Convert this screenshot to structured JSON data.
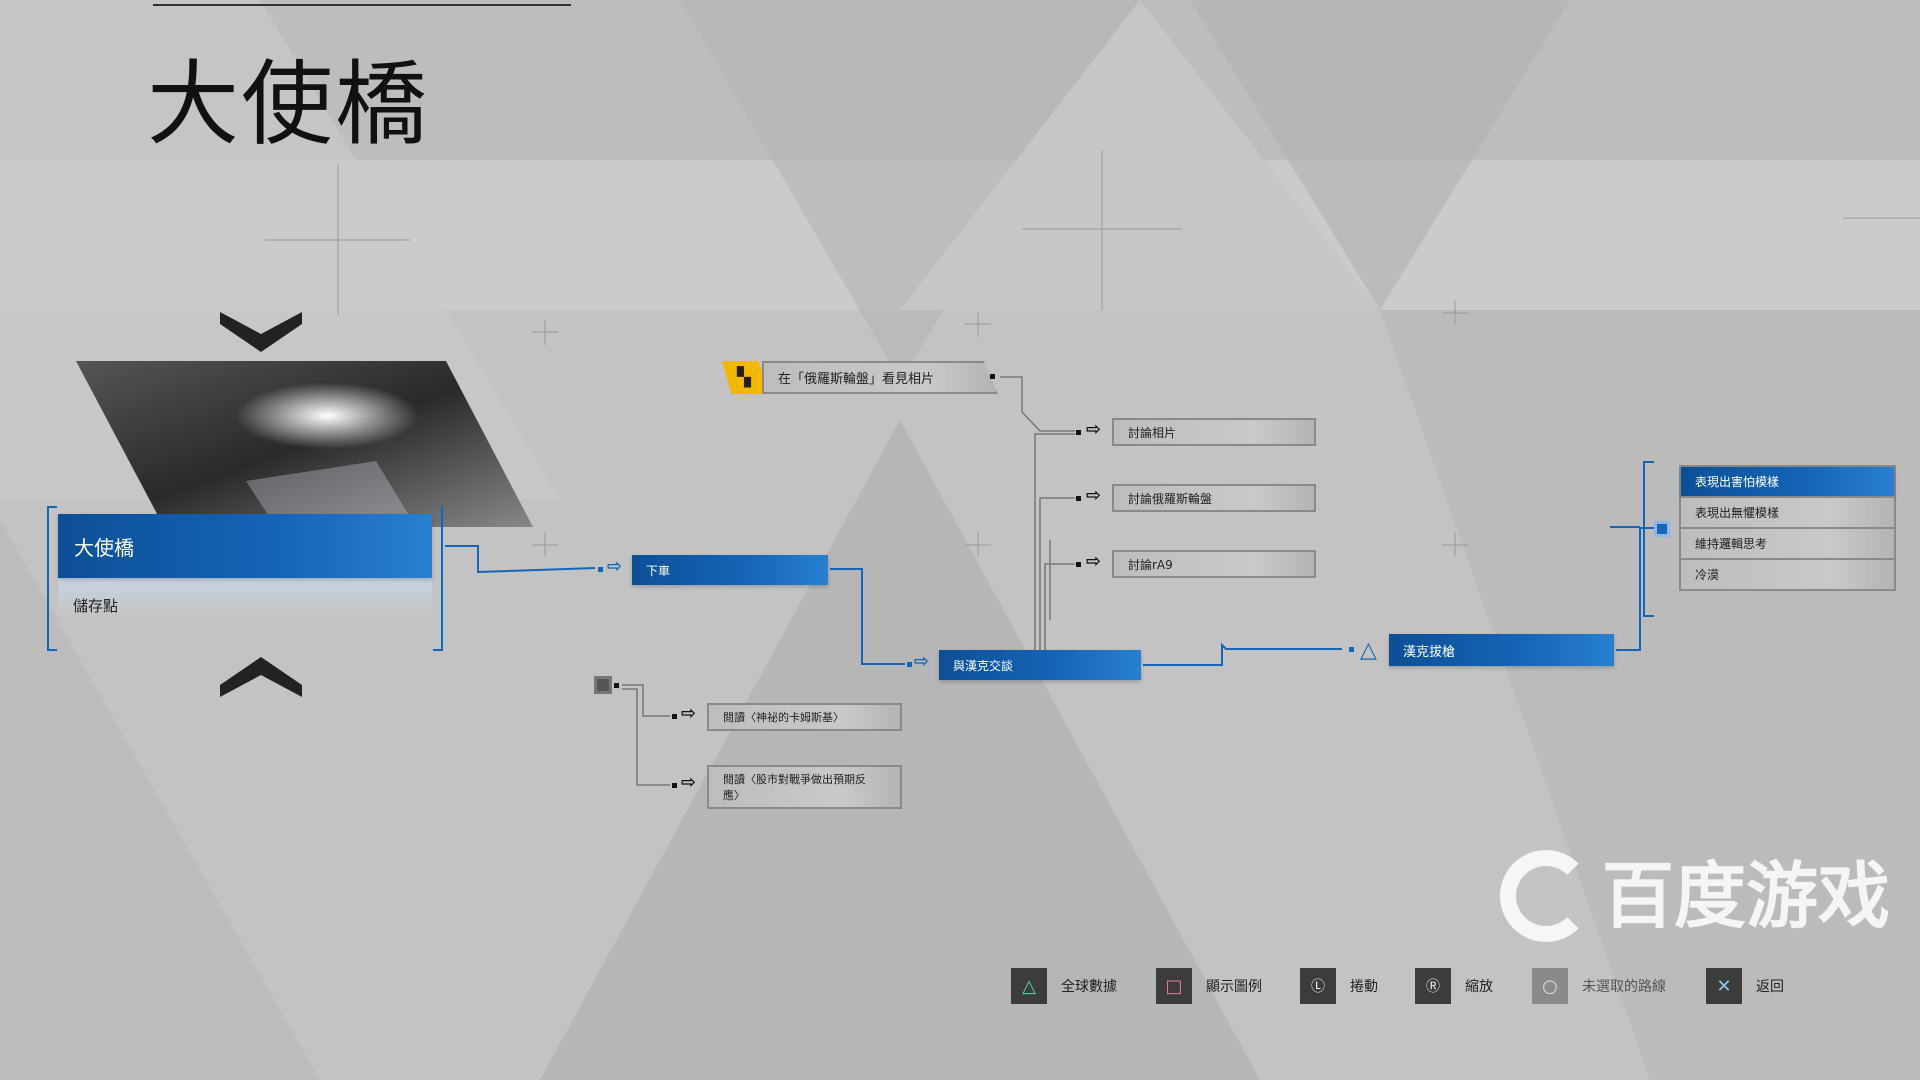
{
  "header": {
    "title": "大使橋"
  },
  "chapter": {
    "selected_label": "大使橋",
    "sub_label": "儲存點"
  },
  "nodes": {
    "get_off": "下車",
    "talk_hank": "與漢克交談",
    "hank_gun": "漢克拔槍",
    "locked_photo": "在「俄羅斯輪盤」看見相片",
    "discuss": [
      "討論相片",
      "討論俄羅斯輪盤",
      "討論rA9"
    ],
    "read": [
      "閱讀〈神祕的卡姆斯基〉",
      "閱讀〈股市對戰爭做出預期反應〉"
    ]
  },
  "choices": [
    {
      "label": "表現出害怕模樣",
      "selected": true
    },
    {
      "label": "表現出無懼模樣",
      "selected": false
    },
    {
      "label": "維持邏輯思考",
      "selected": false
    },
    {
      "label": "冷漠",
      "selected": false
    }
  ],
  "footer": {
    "hints": [
      {
        "icon": "triangle-icon",
        "label": "全球數據",
        "color": "#5fd3a8"
      },
      {
        "icon": "square-icon",
        "label": "顯示圖例",
        "color": "#e07aa0"
      },
      {
        "icon": "l-stick-icon",
        "label": "捲動"
      },
      {
        "icon": "r-stick-icon",
        "label": "縮放"
      },
      {
        "icon": "circle-icon",
        "label": "未選取的路線"
      },
      {
        "icon": "cross-icon",
        "label": "返回",
        "color": "#8fc7ef"
      }
    ]
  },
  "watermark": "百度游戏",
  "colors": {
    "accent": "#1565b8",
    "lock": "#f2b800"
  }
}
